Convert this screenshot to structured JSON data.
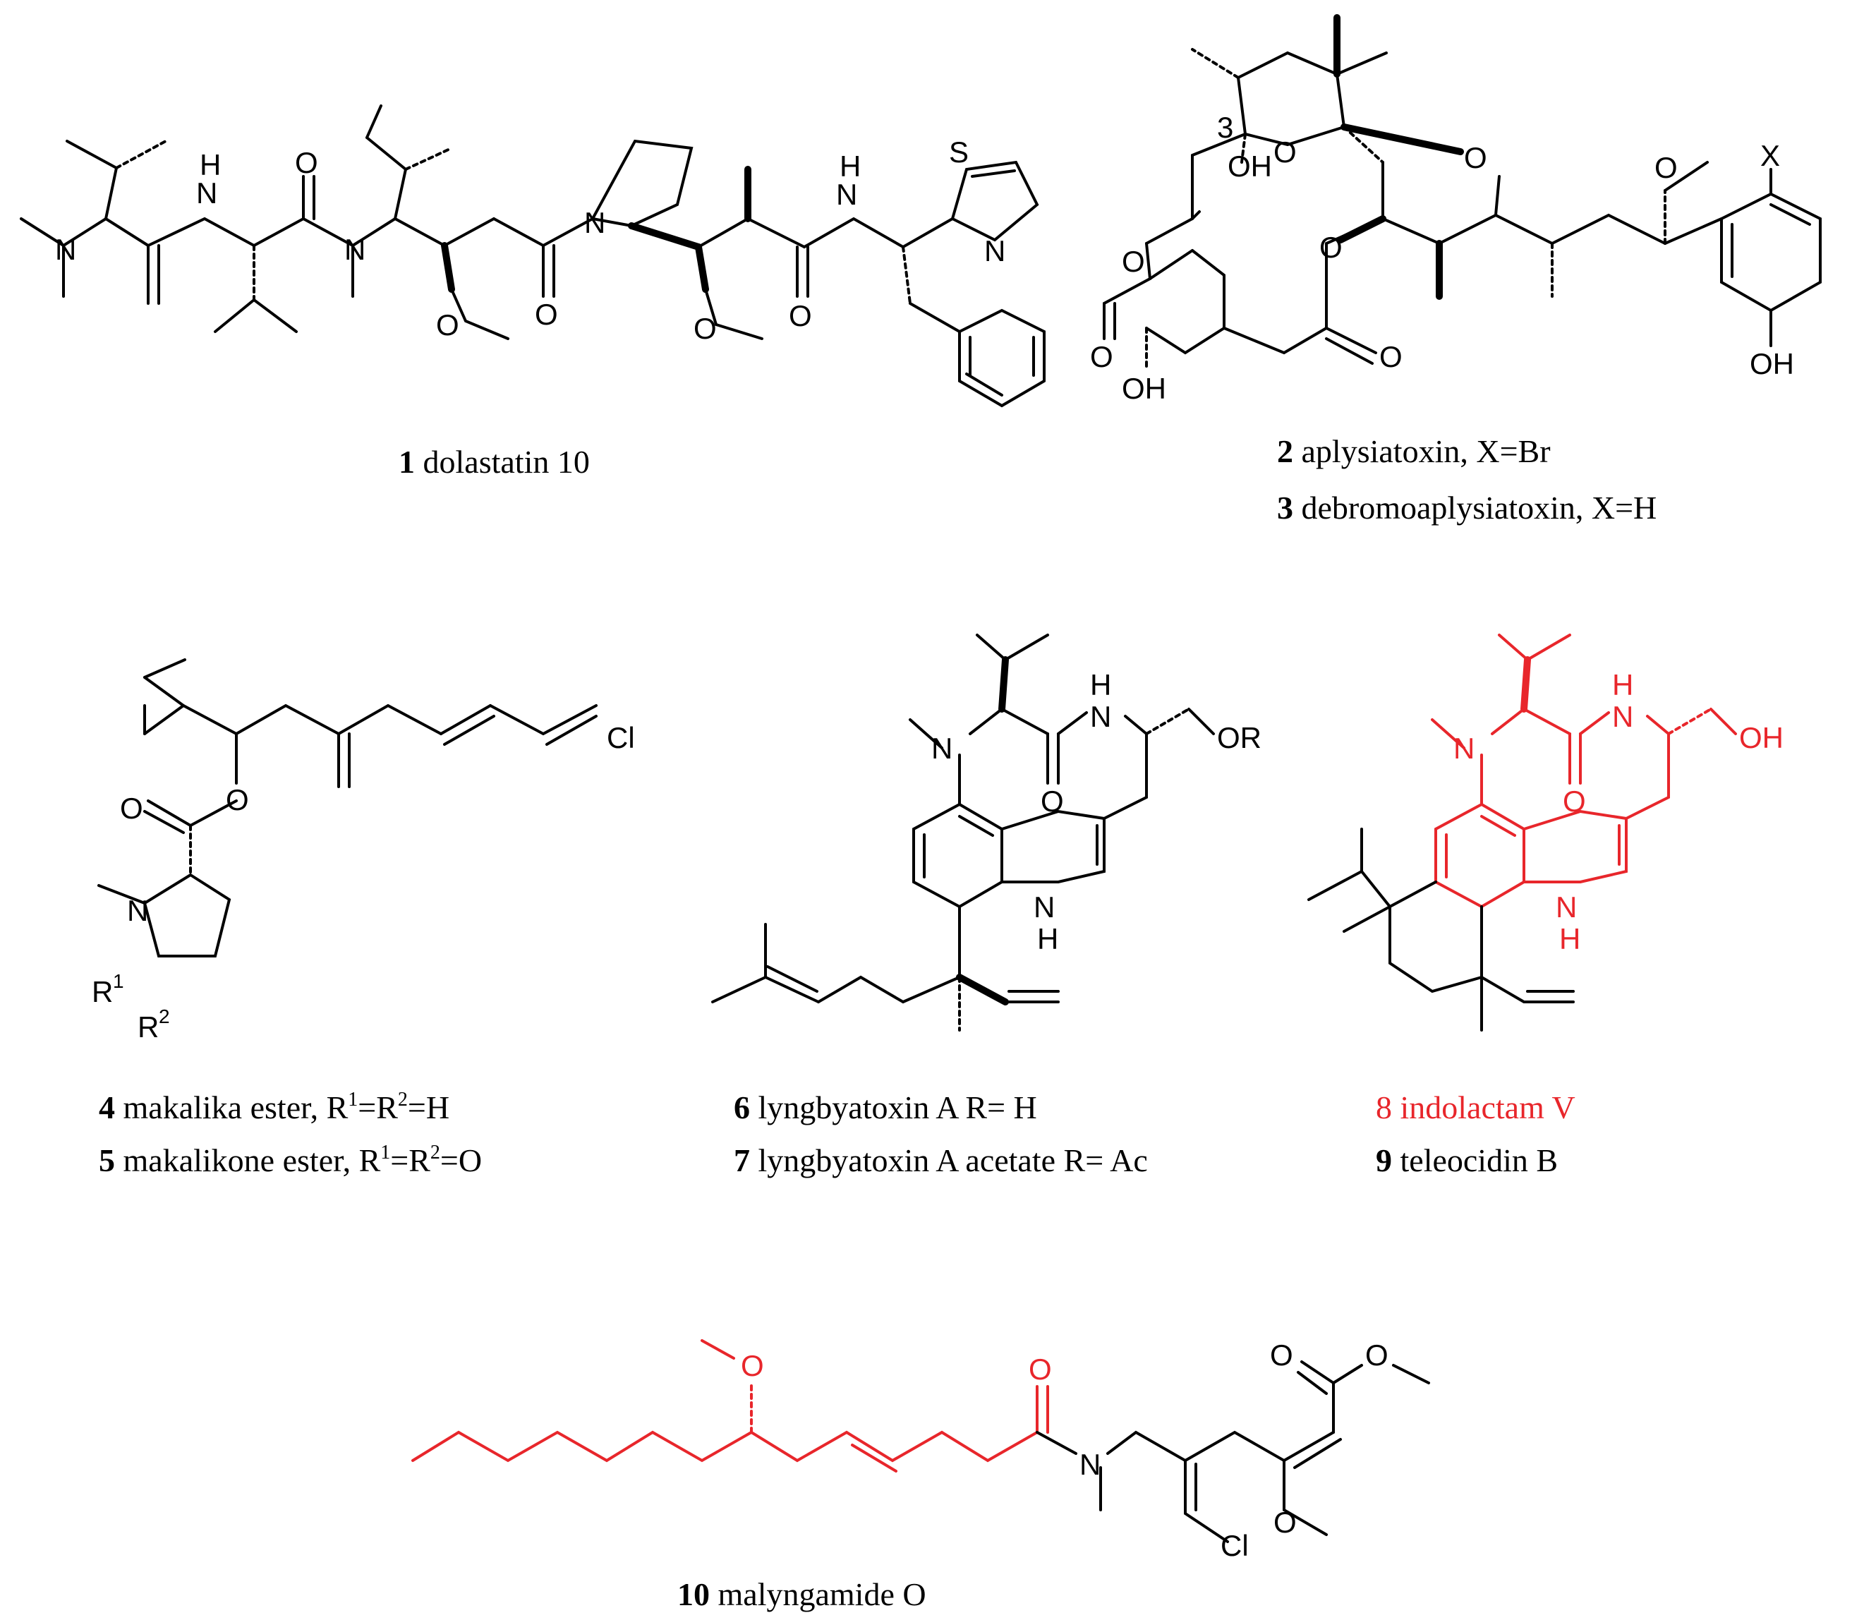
{
  "colors": {
    "ink": "#000000",
    "highlight": "#e8262b"
  },
  "compounds": [
    {
      "number": "1",
      "name": "dolastatin 10"
    },
    {
      "number": "2",
      "name": "aplysiatoxin, X=Br"
    },
    {
      "number": "3",
      "name": "debromoaplysiatoxin, X=H"
    },
    {
      "number": "4",
      "name": "makalika ester, R",
      "extra": [
        "1",
        "=R",
        "2",
        "=H"
      ]
    },
    {
      "number": "5",
      "name": "makalikone ester, R",
      "extra": [
        "1",
        "=R",
        "2",
        "=O"
      ]
    },
    {
      "number": "6",
      "name": "lyngbyatoxin A R= H"
    },
    {
      "number": "7",
      "name": "lyngbyatoxin A acetate R= Ac"
    },
    {
      "number": "8",
      "name": "indolactam V"
    },
    {
      "number": "9",
      "name": "teleocidin B"
    },
    {
      "number": "10",
      "name": "malyngamide O"
    }
  ],
  "atoms": {
    "N": "N",
    "H": "H",
    "O": "O",
    "S": "S",
    "Cl": "Cl",
    "X": "X",
    "OH": "OH",
    "OR": "OR",
    "R": "R",
    "sup1": "1",
    "sup2": "2",
    "locant3": "3"
  }
}
